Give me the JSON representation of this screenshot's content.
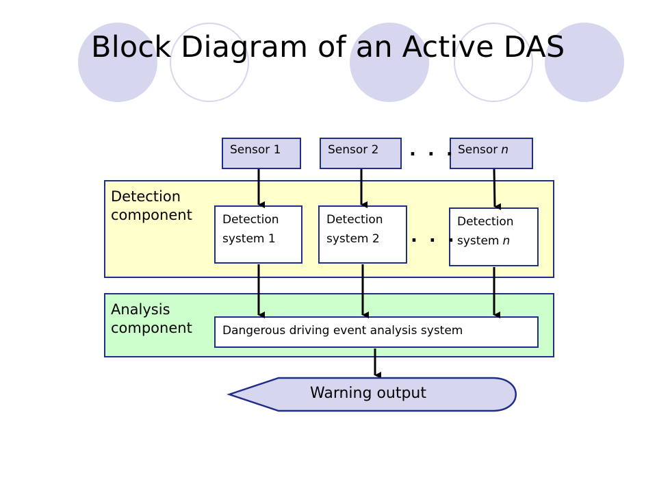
{
  "title": "Block Diagram of an Active DAS",
  "sensors": [
    {
      "label": "Sensor 1",
      "suffix": ""
    },
    {
      "label": "Sensor 2",
      "suffix": ""
    },
    {
      "label": "Sensor",
      "suffix": "n"
    }
  ],
  "ellipsis": ". . .",
  "detection_component": {
    "line1": "Detection",
    "line2": "component"
  },
  "analysis_component": {
    "line1": "Analysis",
    "line2": "component"
  },
  "detection_systems": [
    {
      "line1": "Detection",
      "line2": "system 1",
      "suffix": ""
    },
    {
      "line1": "Detection",
      "line2": "system 2",
      "suffix": ""
    },
    {
      "line1": "Detection",
      "line2": "system",
      "suffix": "n"
    }
  ],
  "analysis_system": "Dangerous driving event analysis system",
  "warning_output": "Warning output",
  "colors": {
    "border": "#1f2e8a",
    "sensor_fill": "#d6d6ee",
    "detection_panel": "#ffffcc",
    "analysis_panel": "#ccffcc",
    "decoration": "#d6d6ee"
  }
}
